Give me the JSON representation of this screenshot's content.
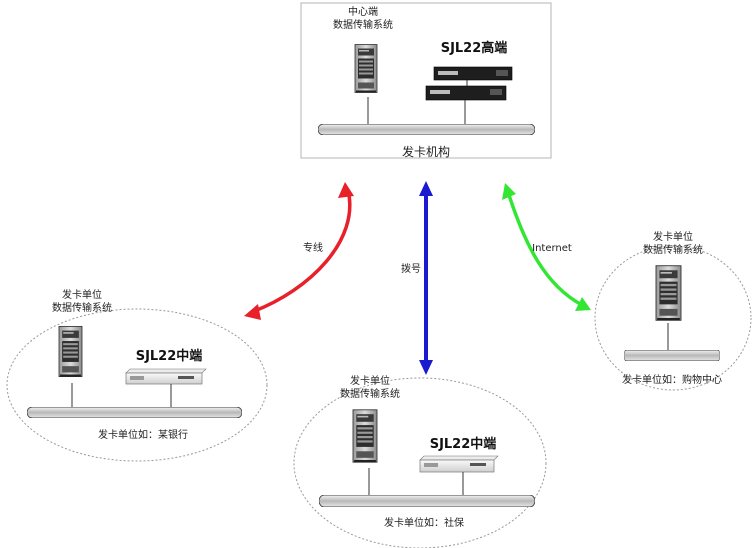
{
  "center": {
    "system_label_line1": "中心端",
    "system_label_line2": "数据传输系统",
    "device_label": "SJL22高端",
    "org_label": "发卡机构"
  },
  "bank_node": {
    "system_label_line1": "发卡单位",
    "system_label_line2": "数据传输系统",
    "device_label": "SJL22中端",
    "caption": "发卡单位如：某银行"
  },
  "social_node": {
    "system_label_line1": "发卡单位",
    "system_label_line2": "数据传输系统",
    "device_label": "SJL22中端",
    "caption": "发卡单位如：社保"
  },
  "mall_node": {
    "system_label_line1": "发卡单位",
    "system_label_line2": "数据传输系统",
    "caption": "发卡单位如：购物中心"
  },
  "links": {
    "dedicated": {
      "label": "专线",
      "color": "#e8202a"
    },
    "dialup": {
      "label": "拨号",
      "color": "#1a1ad0"
    },
    "internet": {
      "label": "Internet",
      "color": "#33e633"
    }
  }
}
